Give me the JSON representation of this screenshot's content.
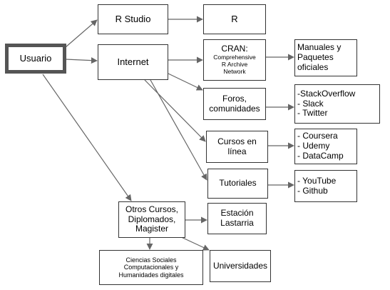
{
  "colors": {
    "line": "#666666",
    "box_border": "#333333",
    "root_border": "#555555"
  },
  "nodes": {
    "usuario": "Usuario",
    "rstudio": "R Studio",
    "r": "R",
    "internet": "Internet",
    "cran_title": "CRAN:",
    "cran_sub": "Comprehensive\nR Archive\nNetwork",
    "manuales": "Manuales y\nPaquetes\noficiales",
    "foros": "Foros,\ncomunidades",
    "foros_list": "-StackOverflow\n- Slack\n- Twitter",
    "cursos": "Cursos en\nlínea",
    "cursos_list": "- Coursera\n- Udemy\n- DataCamp",
    "tutoriales": "Tutoriales",
    "tutoriales_list": "- YouTube\n- Github",
    "otros": "Otros Cursos,\nDiplomados,\nMagister",
    "estacion": "Estación\nLastarria",
    "ciencias": "Ciencias Sociales\nComputacionales y\nHumanidades digitales",
    "universidades": "Universidades"
  }
}
